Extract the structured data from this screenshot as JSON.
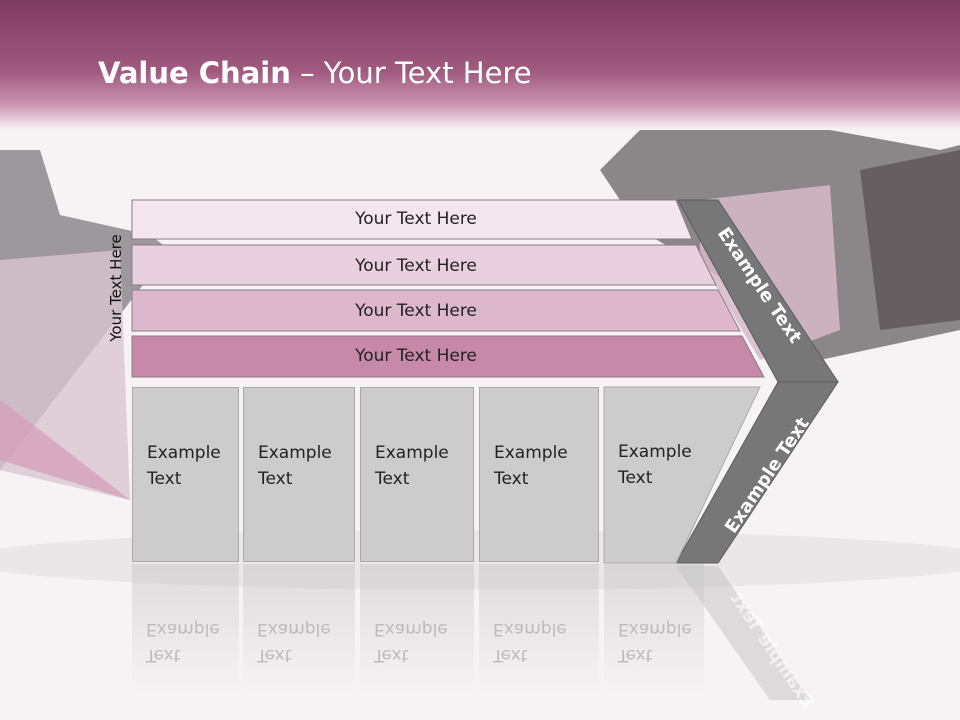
{
  "slide": {
    "title_bold": "Value Chain",
    "title_rest": " – Your Text Here",
    "vertical_label": "Your Text Here",
    "bands": [
      "Your Text Here",
      "Your Text Here",
      "Your Text Here",
      "Your Text Here"
    ],
    "boxes": [
      {
        "line1": "Example",
        "line2": "Text"
      },
      {
        "line1": "Example",
        "line2": "Text"
      },
      {
        "line1": "Example",
        "line2": "Text"
      },
      {
        "line1": "Example",
        "line2": "Text"
      },
      {
        "line1": "Example",
        "line2": "Text"
      }
    ],
    "chevron_upper": "Example Text",
    "chevron_lower": "Example Text",
    "colors": {
      "header": "#8d4a6e",
      "band1": "#f3e6ee",
      "band2": "#e9d0de",
      "band3": "#ddb8cc",
      "band4": "#c68aa8",
      "box": "#cccccc",
      "chevron": "#777777"
    }
  }
}
